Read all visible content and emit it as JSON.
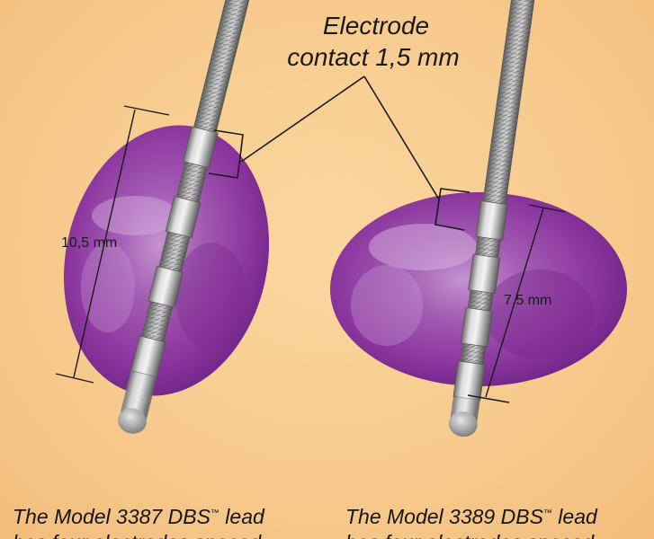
{
  "callout": {
    "line1": "Electrode",
    "line2": "contact 1,5 mm"
  },
  "left_lead": {
    "dimension": "10,5 mm",
    "caption_main": "The Model 3387 DBS",
    "caption_tm": "™",
    "caption_rest": " lead",
    "caption_line2": "has four electrodes spaced"
  },
  "right_lead": {
    "dimension": "7,5 mm",
    "caption_main": "The Model 3389 DBS",
    "caption_tm": "™",
    "caption_rest": " lead",
    "caption_line2": "has four electrodes spaced"
  },
  "colors": {
    "background": "#f6c98a",
    "tissue": "#8e3a9f",
    "lead_metal": "#b9b9b9"
  }
}
